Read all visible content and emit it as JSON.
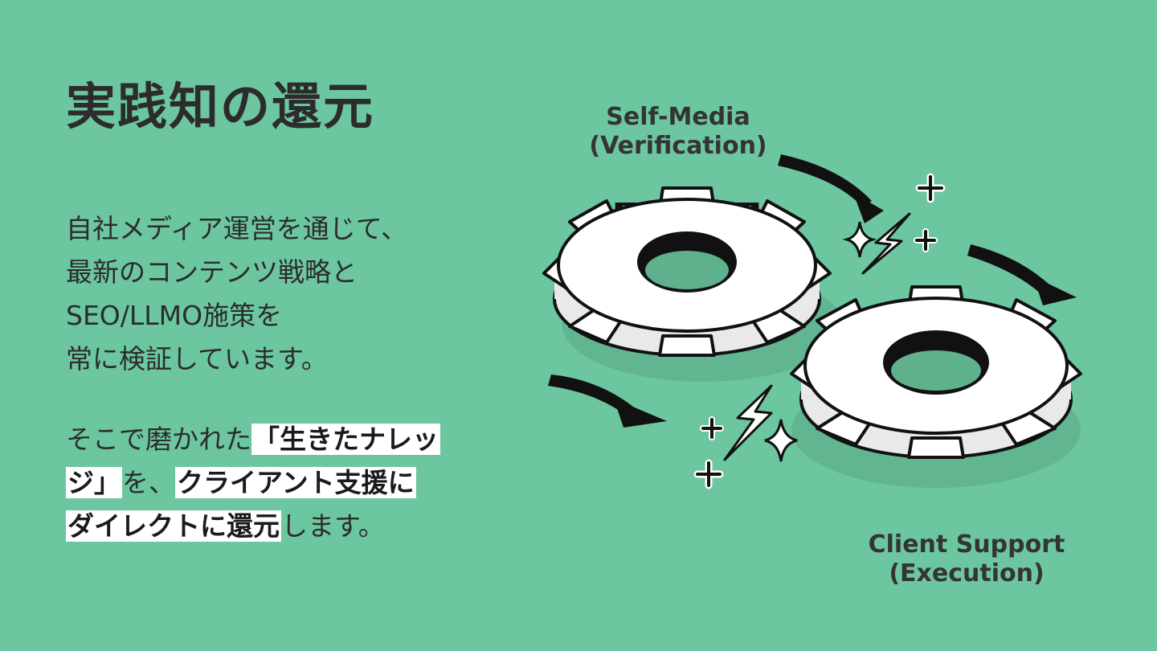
{
  "slide": {
    "title": "実践知の還元",
    "paragraph1": [
      "自社メディア運営を通じて、",
      "最新のコンテンツ戦略と",
      "SEO/LLMO施策を",
      "常に検証しています。"
    ],
    "paragraph2": {
      "line1_plain": "そこで磨かれた",
      "line1_highlight": "「生きたナレッ",
      "line2_highlight_a": "ジ」",
      "line2_plain": "を、",
      "line2_highlight_b": "クライアント支援に",
      "line3_highlight": "ダイレクトに還元",
      "line3_plain": "します。"
    }
  },
  "diagram": {
    "top_label": [
      "Self-Media",
      "(Verification)"
    ],
    "bottom_label": [
      "Client Support",
      "(Execution)"
    ],
    "icons": [
      "gear-icon",
      "gear-icon",
      "arrow-icon",
      "arrow-icon",
      "arrow-icon",
      "lightning-icon",
      "lightning-icon",
      "sparkle-icon",
      "plus-icon"
    ]
  },
  "colors": {
    "background": "#6cc6a0",
    "gear_fill": "#ffffff",
    "outline": "#111111",
    "text": "#2c2c2c"
  }
}
